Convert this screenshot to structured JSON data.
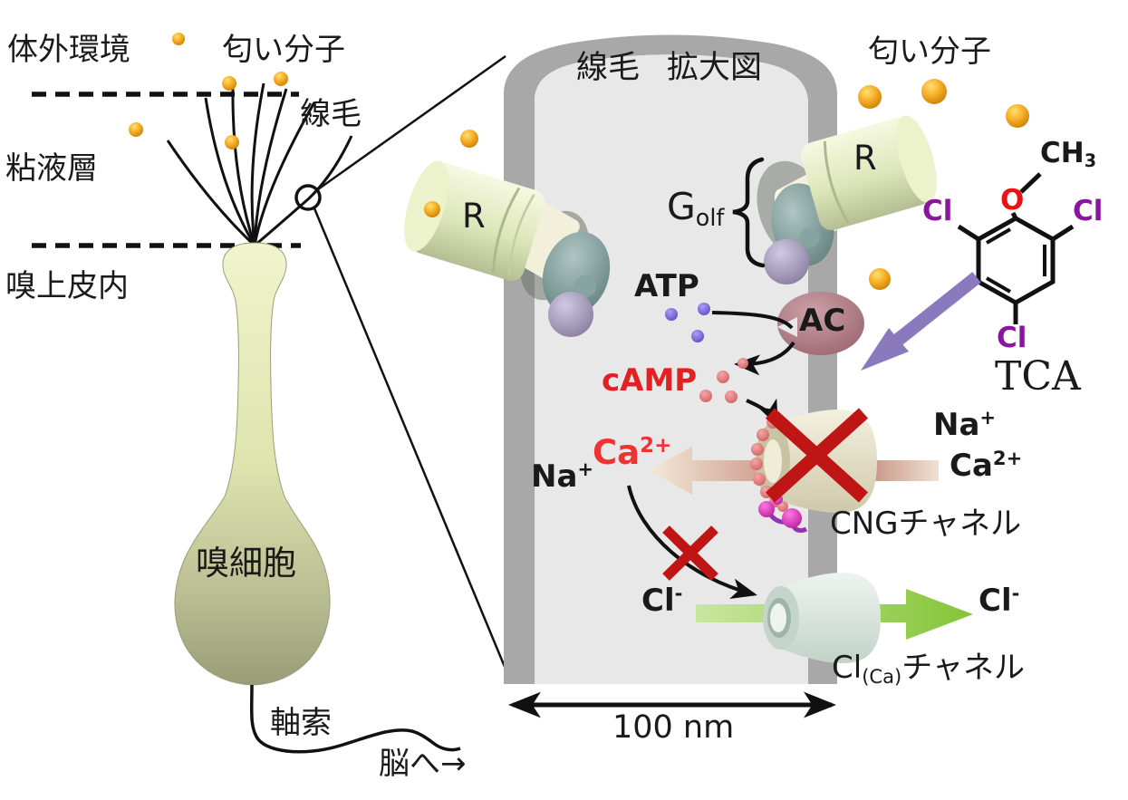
{
  "left_panel": {
    "env_label": "体外環境",
    "odor_label": "匂い分子",
    "cilia_label": "線毛",
    "mucus_label": "粘液層",
    "epithelium_label": "嗅上皮内",
    "cell_label": "嗅細胞",
    "axon_label": "軸索",
    "to_brain_label": "脳へ→"
  },
  "enlarged_view": {
    "title_cilium": "線毛",
    "title_zoom": "拡大図",
    "odor_label": "匂い分子",
    "receptor_left": "R",
    "receptor_right": "R",
    "golf": {
      "base": "G",
      "sub": "olf"
    },
    "atp": "ATP",
    "ac": "AC",
    "camp": "cAMP",
    "na_in": {
      "base": "Na",
      "sup": "+"
    },
    "ca_in": {
      "base": "Ca",
      "sup": "2+"
    },
    "na_out": {
      "base": "Na",
      "sup": "+"
    },
    "ca_out": {
      "base": "Ca",
      "sup": "2+"
    },
    "cng_label": "CNGチャネル",
    "cl_in": {
      "base": "Cl",
      "sup": "-"
    },
    "cl_out": {
      "base": "Cl",
      "sup": "-"
    },
    "clca_label": {
      "base": "Cl",
      "sub": "(Ca)",
      "rest": "チャネル"
    },
    "scale_label": "100 nm"
  },
  "tca": {
    "name": "TCA",
    "oxygen": "O",
    "methyl": {
      "base": "CH",
      "sub": "3"
    },
    "cl_left": "Cl",
    "cl_right": "Cl",
    "cl_bottom": "Cl"
  },
  "colors": {
    "odor_molecule": "#f2a51d",
    "membrane": "#a8a8a8",
    "cilium_interior": "#e8e8e8",
    "receptor": "#dce5b8",
    "g_protein_teal": "#7f9c9a",
    "g_protein_purple": "#8d81ad",
    "ac_body": "#b07e87",
    "atp_dot": "#7468d8",
    "camp_dot": "#e08080",
    "camp_text": "#e22222",
    "ca_text": "#ee3333",
    "cng_channel": "#e8e3cd",
    "clca_channel": "#dbe7df",
    "magenta_dot": "#e03cc4",
    "red_x": "#c01515",
    "tan_arrow": "#cf9e8e",
    "green_arrow": "#8cc83e",
    "purple_arrow": "#8a79bc",
    "cl_text": "#8a159e",
    "cell_body": "#dde4ad"
  }
}
